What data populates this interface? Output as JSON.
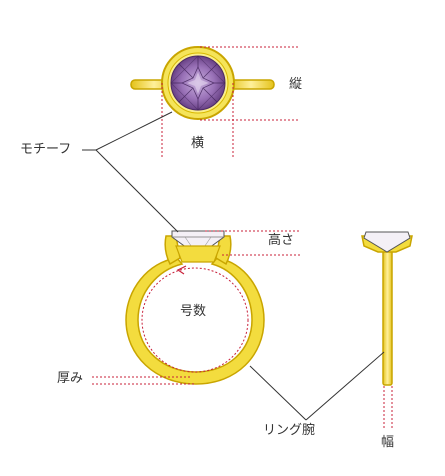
{
  "labels": {
    "tate": "縦",
    "yoko": "横",
    "motif": "モチーフ",
    "takasa": "高さ",
    "gousu": "号数",
    "atsumi": "厚み",
    "ring_ude": "リング腕",
    "haba": "幅"
  },
  "colors": {
    "gold_outer": "#d6b000",
    "gold_fill": "#f3dc3e",
    "gold_highlight": "#fff4a0",
    "gem_dark": "#6a3f86",
    "gem_mid": "#9a72b8",
    "gem_light": "#c8b0dc",
    "guide_red": "#c8203a",
    "line": "#333333"
  }
}
